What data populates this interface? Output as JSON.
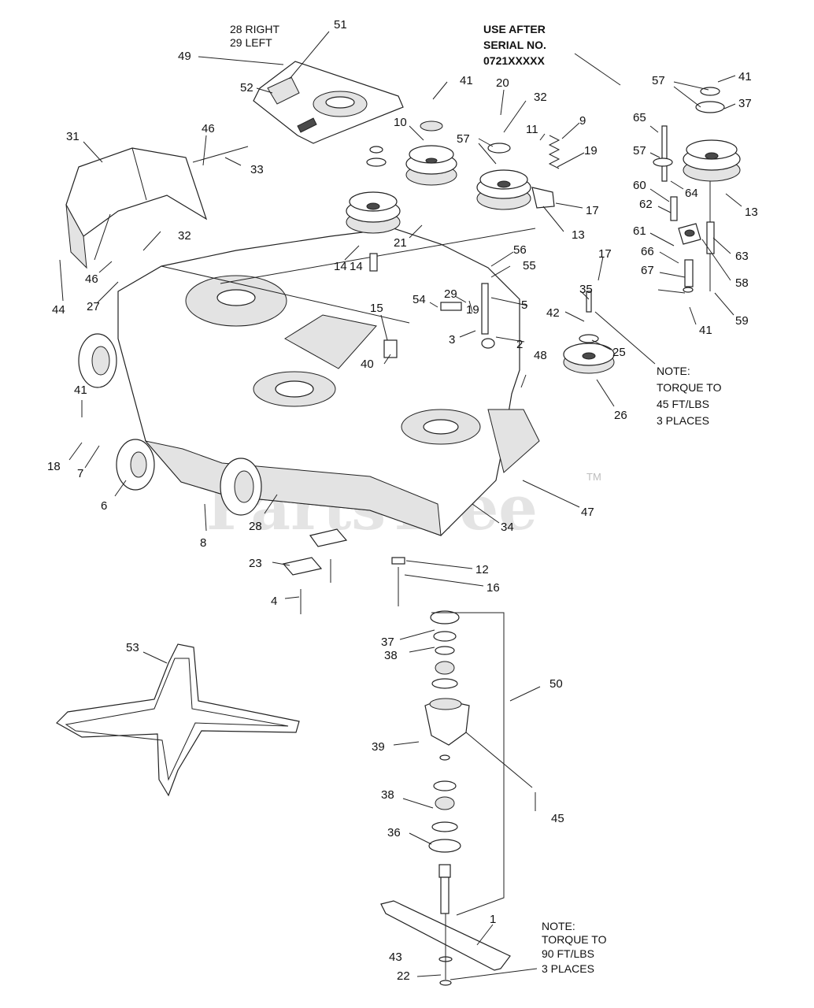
{
  "header": {
    "side_right": "28 RIGHT",
    "side_left": "29 LEFT",
    "serial_line1": "USE AFTER",
    "serial_line2": "SERIAL NO.",
    "serial_line3": "0721XXXXX"
  },
  "notes": {
    "torque_45": [
      "NOTE:",
      "TORQUE TO",
      "45 FT/LBS",
      "3 PLACES"
    ],
    "torque_90": [
      "NOTE:",
      "TORQUE TO",
      "90 FT/LBS",
      "3 PLACES"
    ]
  },
  "watermark": {
    "text": "PartsTree",
    "tm": "TM"
  },
  "callouts": [
    "51",
    "49",
    "52",
    "41",
    "20",
    "32",
    "10",
    "57",
    "11",
    "9",
    "19",
    "46",
    "31",
    "33",
    "14",
    "21",
    "13",
    "17",
    "57",
    "41",
    "37",
    "65",
    "57",
    "64",
    "13",
    "60",
    "62",
    "61",
    "63",
    "66",
    "58",
    "67",
    "59",
    "41",
    "32",
    "46",
    "44",
    "27",
    "56",
    "55",
    "14",
    "17",
    "29",
    "19",
    "5",
    "54",
    "15",
    "3",
    "2",
    "35",
    "42",
    "25",
    "40",
    "48",
    "26",
    "41",
    "18",
    "7",
    "6",
    "8",
    "28",
    "47",
    "34",
    "23",
    "12",
    "16",
    "4",
    "53",
    "37",
    "38",
    "50",
    "39",
    "45",
    "38",
    "36",
    "1",
    "43",
    "22"
  ]
}
